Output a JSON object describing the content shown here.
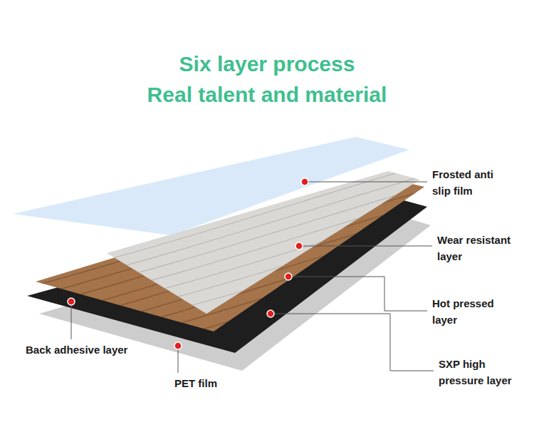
{
  "diagram": {
    "title": "Six layer process Real talent and material",
    "labels": [
      "Frosted anti slip film",
      "Wear resistant layer",
      "Hot pressed layer",
      "SXP high pressure layer",
      "Back adhesive layer",
      "PET film"
    ]
  }
}
